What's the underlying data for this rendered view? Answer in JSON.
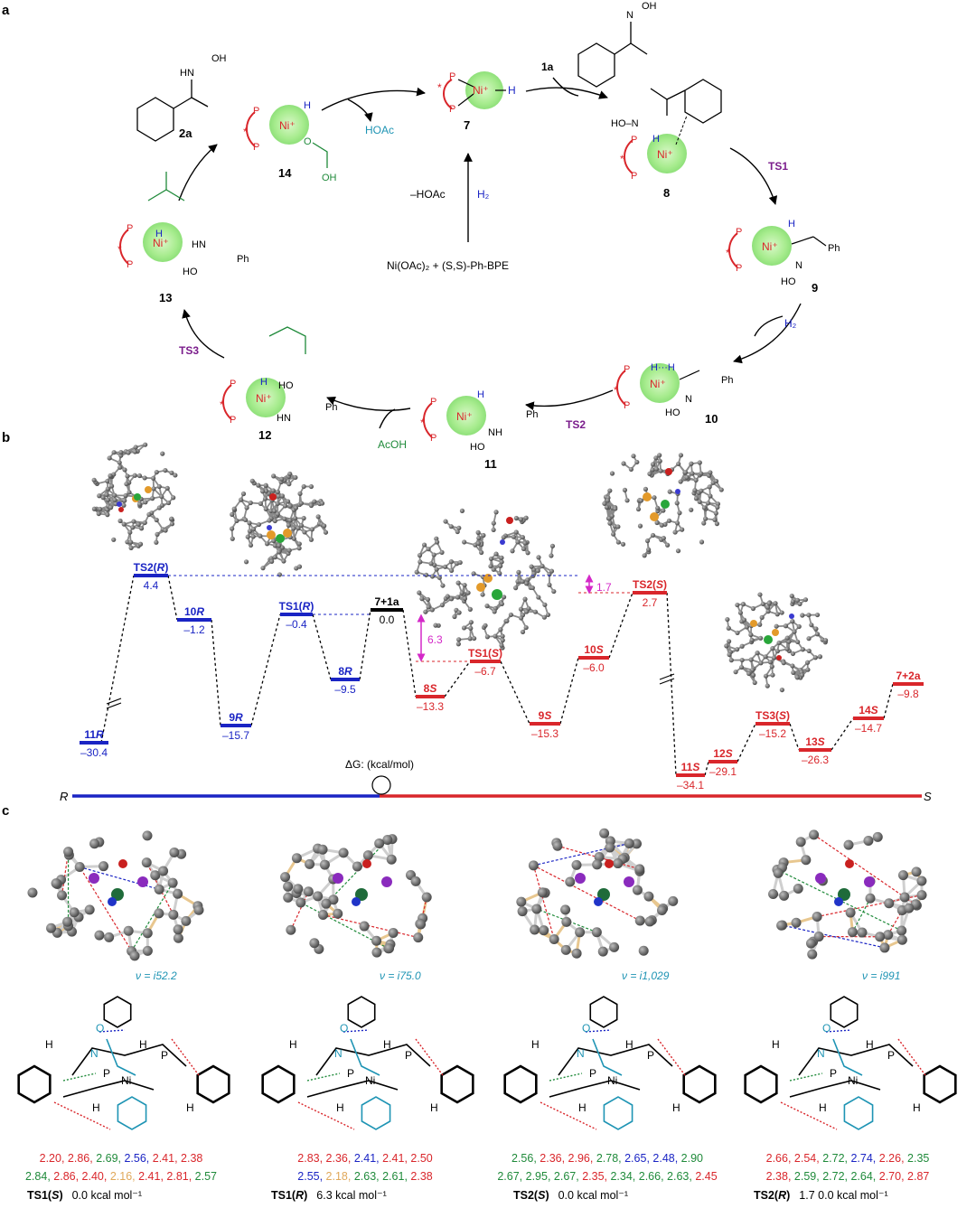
{
  "colors": {
    "red": "#d9262b",
    "blue": "#1a24c4",
    "green": "#1f8a3a",
    "teal": "#1e94b4",
    "purple": "#7b1d8c",
    "magenta": "#d428c8",
    "orange": "#e0a85a",
    "black": "#000000"
  },
  "panel_a": {
    "label": "a",
    "species": {
      "n7": {
        "label": "7",
        "ni": "Ni⁺",
        "h": "H"
      },
      "n8": {
        "label": "8",
        "extra": "HO–N"
      },
      "n9": {
        "label": "9",
        "ph": "Ph",
        "n": "N",
        "ho": "HO"
      },
      "n10": {
        "label": "10",
        "hh": "H···H",
        "ph": "Ph",
        "n": "N",
        "ho": "HO"
      },
      "n11": {
        "label": "11",
        "nh": "NH",
        "ho": "HO",
        "ph": "Ph"
      },
      "n12": {
        "label": "12",
        "ho": "HO",
        "hn": "HN",
        "ph": "Ph",
        "h": "H"
      },
      "n13": {
        "label": "13",
        "hn": "HN",
        "ho": "HO",
        "ph": "Ph",
        "h": "H"
      },
      "n14": {
        "label": "14",
        "oh": "OH",
        "o": "O",
        "h": "H"
      },
      "n2a": {
        "label": "2a",
        "hn": "HN",
        "oh": "OH"
      },
      "n1a": {
        "label": "1a",
        "n": "N",
        "oh": "OH"
      }
    },
    "labels": {
      "ts1": "TS1",
      "ts2": "TS2",
      "ts3": "TS3",
      "h2_right": "H₂",
      "h2_center": "H₂",
      "minus_hoac": "–HOAc",
      "hoac_top": "HOAc",
      "acoh": "AcOH",
      "precursor": "Ni(OAc)₂ + (S,S)-Ph-BPE",
      "p": "P",
      "star": "*"
    }
  },
  "panel_b": {
    "label": "b",
    "axis_title": "ΔG: (kcal/mol)",
    "axis_left": "R",
    "axis_right": "S",
    "diff_top": "1.7",
    "diff_mid": "6.3",
    "levels": [
      {
        "id": "11r",
        "name": "11R",
        "value": "–30.4",
        "color": "blue"
      },
      {
        "id": "ts2r",
        "name": "TS2(R)",
        "value": "4.4",
        "color": "blue"
      },
      {
        "id": "10r",
        "name": "10R",
        "value": "–1.2",
        "color": "blue"
      },
      {
        "id": "9r",
        "name": "9R",
        "value": "–15.7",
        "color": "blue"
      },
      {
        "id": "ts1r",
        "name": "TS1(R)",
        "value": "–0.4",
        "color": "blue"
      },
      {
        "id": "8r",
        "name": "8R",
        "value": "–9.5",
        "color": "blue"
      },
      {
        "id": "start",
        "name": "7+1a",
        "value": "0.0",
        "color": "black"
      },
      {
        "id": "8s",
        "name": "8S",
        "value": "–13.3",
        "color": "red"
      },
      {
        "id": "ts1s",
        "name": "TS1(S)",
        "value": "–6.7",
        "color": "red"
      },
      {
        "id": "9s",
        "name": "9S",
        "value": "–15.3",
        "color": "red"
      },
      {
        "id": "10s",
        "name": "10S",
        "value": "–6.0",
        "color": "red"
      },
      {
        "id": "ts2s",
        "name": "TS2(S)",
        "value": "2.7",
        "color": "red"
      },
      {
        "id": "11s",
        "name": "11S",
        "value": "–34.1",
        "color": "red"
      },
      {
        "id": "12s",
        "name": "12S",
        "value": "–29.1",
        "color": "red"
      },
      {
        "id": "ts3s",
        "name": "TS3(S)",
        "value": "–15.2",
        "color": "red"
      },
      {
        "id": "13s",
        "name": "13S",
        "value": "–26.3",
        "color": "red"
      },
      {
        "id": "14s",
        "name": "14S",
        "value": "–14.7",
        "color": "red"
      },
      {
        "id": "final",
        "name": "7+2a",
        "value": "–9.8",
        "color": "red"
      }
    ]
  },
  "panel_c": {
    "label": "c",
    "structures": [
      {
        "id": "ts1s",
        "freq": "ν = i52.2",
        "name": "TS1(S)",
        "energy": "0.0 kcal mol⁻¹",
        "row1": [
          [
            "2.20",
            "red"
          ],
          [
            "2.86",
            "red"
          ],
          [
            "2.69",
            "green"
          ],
          [
            "2.56",
            "blue"
          ],
          [
            "2.41",
            "red"
          ],
          [
            "2.38",
            "red"
          ]
        ],
        "row2": [
          [
            "2.84",
            "green"
          ],
          [
            "2.86",
            "red"
          ],
          [
            "2.40",
            "red"
          ],
          [
            "2.16",
            "orange"
          ],
          [
            "2.41",
            "red"
          ],
          [
            "2.81",
            "red"
          ],
          [
            "2.57",
            "green"
          ]
        ]
      },
      {
        "id": "ts1r",
        "freq": "ν = i75.0",
        "name": "TS1(R)",
        "energy": "6.3 kcal mol⁻¹",
        "row1": [
          [
            "2.83",
            "red"
          ],
          [
            "2.36",
            "red"
          ],
          [
            "2.41",
            "blue"
          ],
          [
            "2.41",
            "red"
          ],
          [
            "2.50",
            "red"
          ]
        ],
        "row2": [
          [
            "2.55",
            "blue"
          ],
          [
            "2.18",
            "orange"
          ],
          [
            "2.63",
            "green"
          ],
          [
            "2.61",
            "green"
          ],
          [
            "2.38",
            "red"
          ]
        ]
      },
      {
        "id": "ts2s",
        "freq": "ν = i1,029",
        "name": "TS2(S)",
        "energy": "0.0 kcal mol⁻¹",
        "row1": [
          [
            "2.56",
            "green"
          ],
          [
            "2.36",
            "red"
          ],
          [
            "2.96",
            "red"
          ],
          [
            "2.78",
            "green"
          ],
          [
            "2.65",
            "blue"
          ],
          [
            "2.48",
            "blue"
          ],
          [
            "2.90",
            "green"
          ]
        ],
        "row2": [
          [
            "2.67",
            "green"
          ],
          [
            "2.95",
            "green"
          ],
          [
            "2.67",
            "green"
          ],
          [
            "2.35",
            "red"
          ],
          [
            "2.34",
            "green"
          ],
          [
            "2.66",
            "green"
          ],
          [
            "2.63",
            "green"
          ],
          [
            "2.45",
            "red"
          ]
        ]
      },
      {
        "id": "ts2r",
        "freq": "ν = i991",
        "name": "TS2(R)",
        "energy": "1.7 0.0 kcal mol⁻¹",
        "row1": [
          [
            "2.66",
            "red"
          ],
          [
            "2.54",
            "red"
          ],
          [
            "2.72",
            "green"
          ],
          [
            "2.74",
            "blue"
          ],
          [
            "2.26",
            "red"
          ],
          [
            "2.35",
            "green"
          ]
        ],
        "row2": [
          [
            "2.38",
            "red"
          ],
          [
            "2.59",
            "green"
          ],
          [
            "2.72",
            "green"
          ],
          [
            "2.64",
            "green"
          ],
          [
            "2.70",
            "red"
          ],
          [
            "2.87",
            "red"
          ]
        ]
      }
    ]
  }
}
